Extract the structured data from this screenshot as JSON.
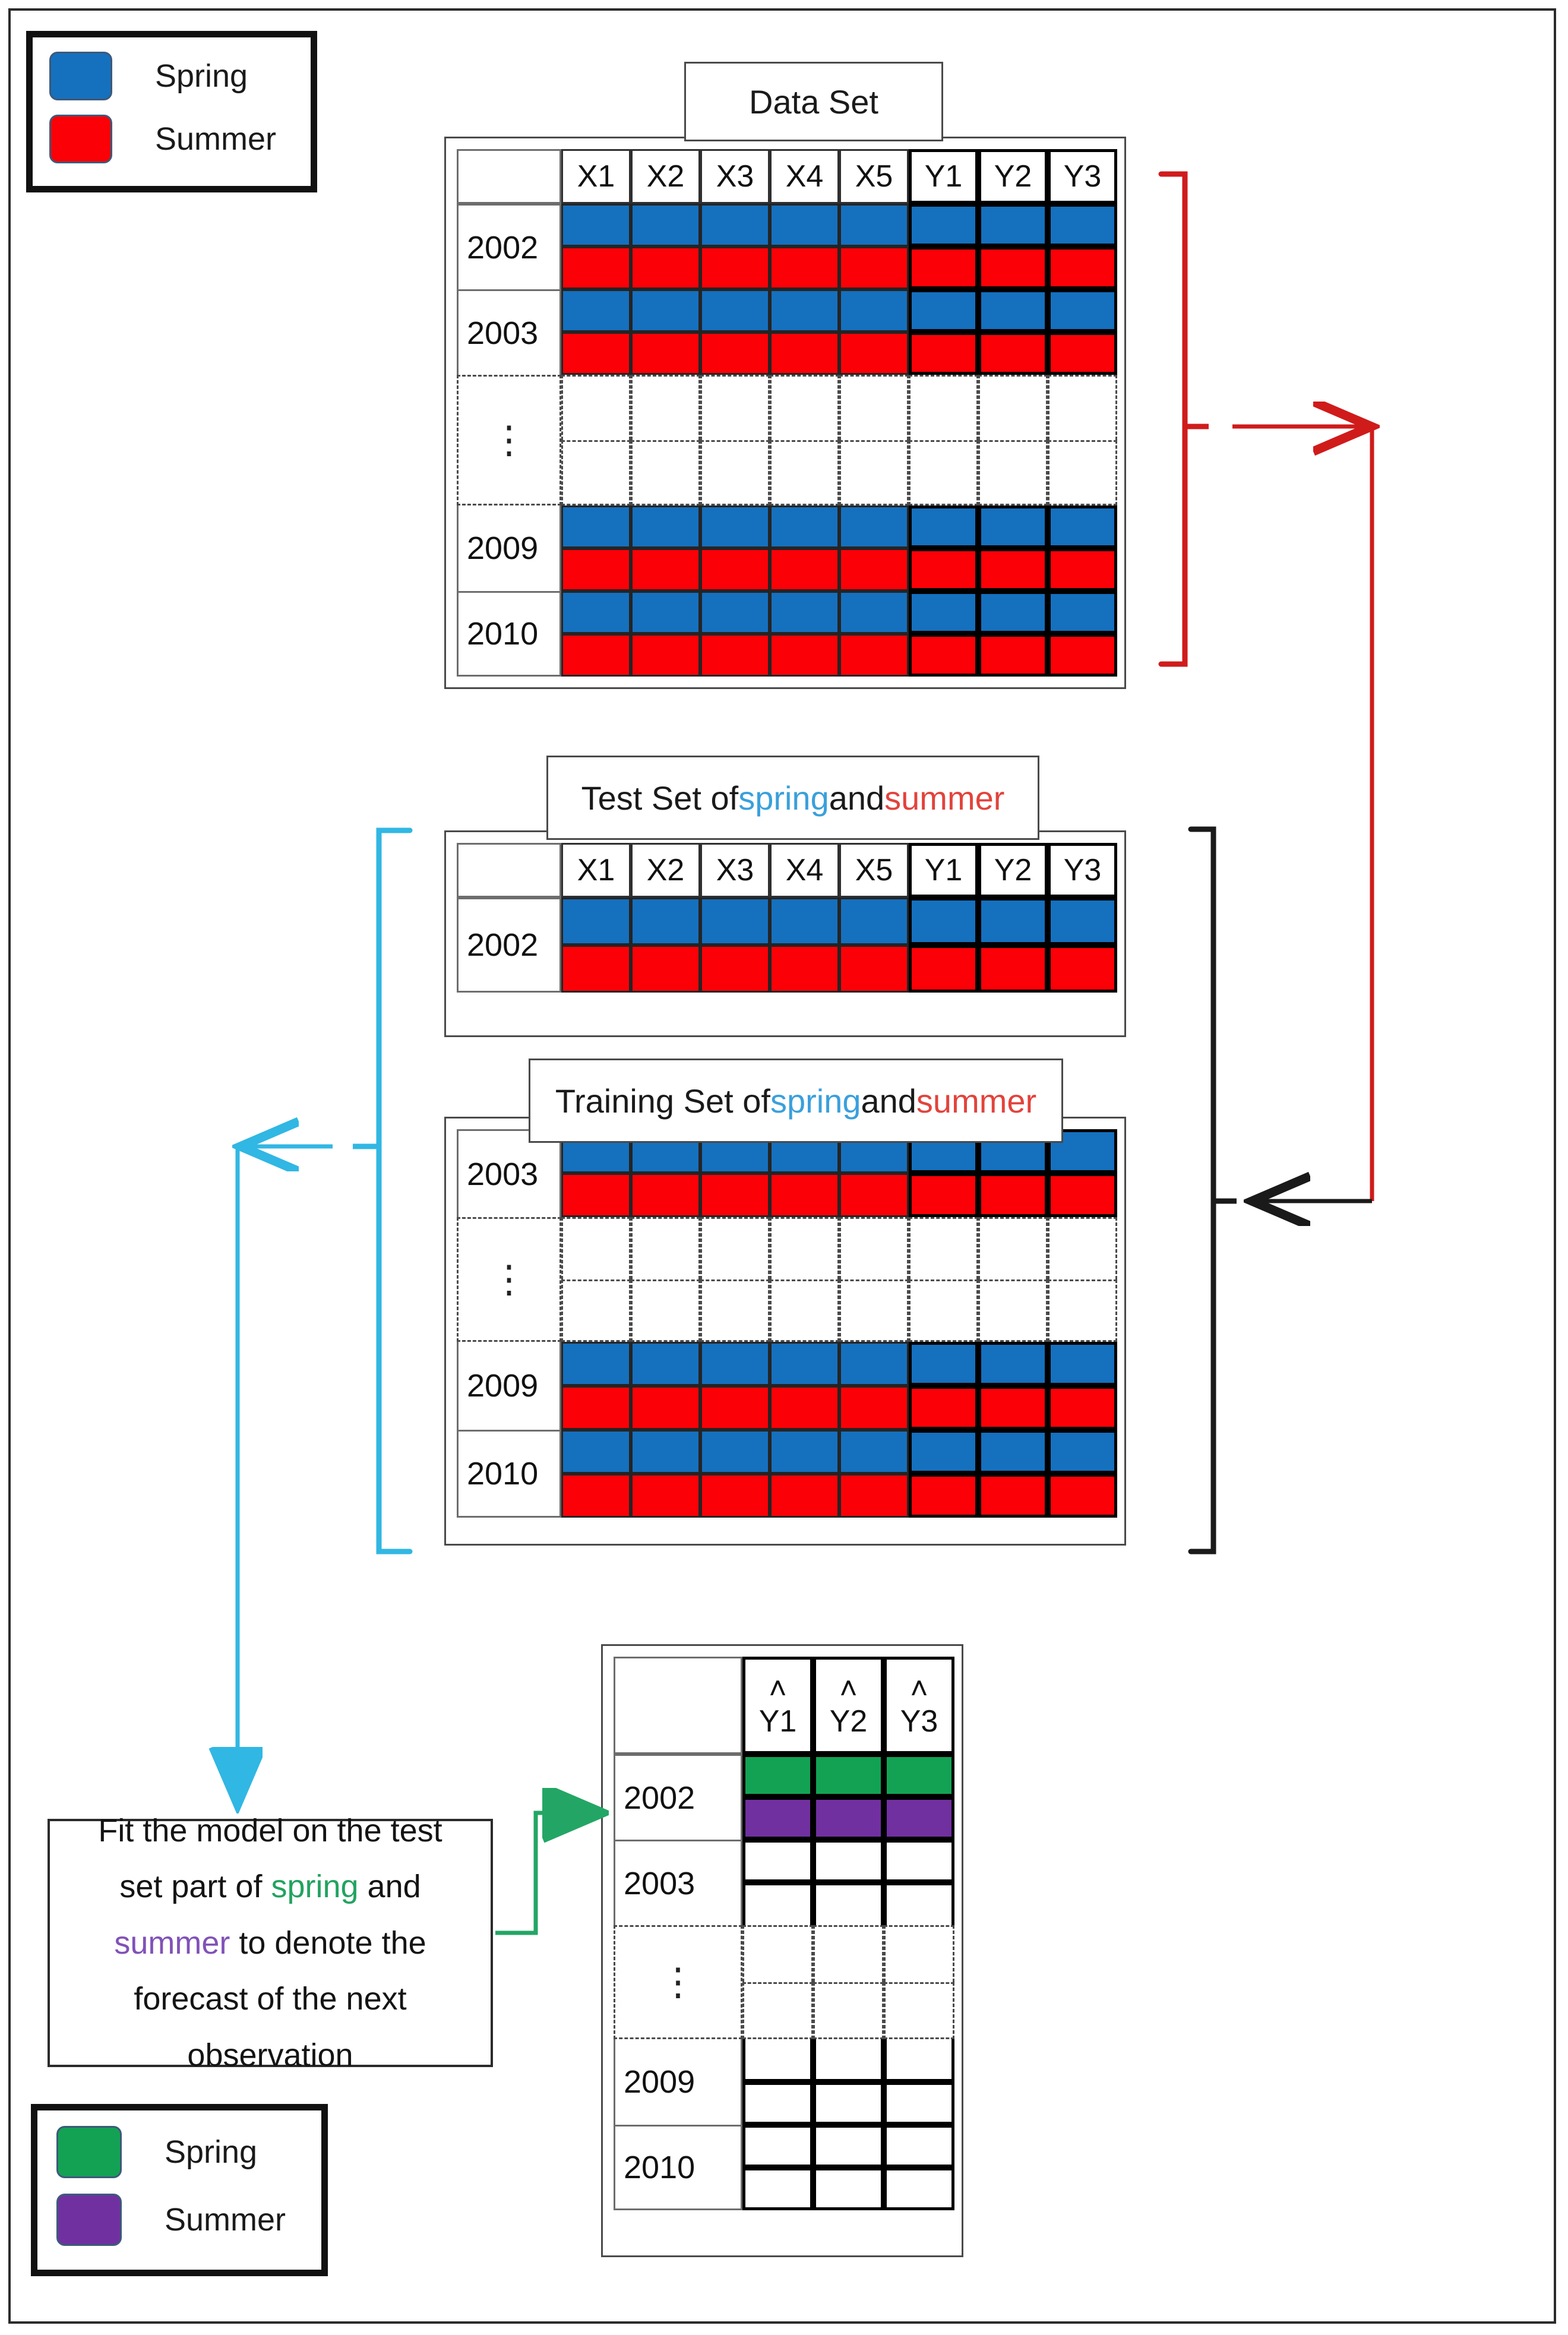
{
  "legend_top": {
    "items": [
      {
        "label": "Spring",
        "color": "#1570be",
        "icon": "color-swatch"
      },
      {
        "label": "Summer",
        "color": "#fb0007",
        "icon": "color-swatch"
      }
    ]
  },
  "legend_bottom": {
    "items": [
      {
        "label": "Spring",
        "color": "#13a254",
        "icon": "color-swatch"
      },
      {
        "label": "Summer",
        "color": "#7030a0",
        "icon": "color-swatch"
      }
    ]
  },
  "dataset": {
    "caption": "Data Set",
    "columns": [
      "X1",
      "X2",
      "X3",
      "X4",
      "X5",
      "Y1",
      "Y2",
      "Y3"
    ],
    "x_columns": [
      "X1",
      "X2",
      "X3",
      "X4",
      "X5"
    ],
    "y_columns": [
      "Y1",
      "Y2",
      "Y3"
    ],
    "row_labels": [
      "2002",
      "2003",
      "⋮",
      "2009",
      "2010"
    ],
    "ellipsis": "⋮",
    "seasons": [
      "spring",
      "summer"
    ]
  },
  "test_set": {
    "caption_prefix": "Test Set of ",
    "caption_spring": "spring",
    "caption_mid": " and ",
    "caption_summer": "summer",
    "columns": [
      "X1",
      "X2",
      "X3",
      "X4",
      "X5",
      "Y1",
      "Y2",
      "Y3"
    ],
    "row_labels": [
      "2002"
    ]
  },
  "training_set": {
    "caption_prefix": "Training Set of ",
    "caption_spring": "spring",
    "caption_mid": " and ",
    "caption_summer": "summer",
    "columns": [
      "X1",
      "X2",
      "X3",
      "X4",
      "X5",
      "Y1",
      "Y2",
      "Y3"
    ],
    "row_labels": [
      "2003",
      "⋮",
      "2009",
      "2010"
    ],
    "ellipsis": "⋮"
  },
  "forecast_table": {
    "hat_symbol": "˄",
    "columns": [
      "Y1",
      "Y2",
      "Y3"
    ],
    "row_labels": [
      "2002",
      "2003",
      "⋮",
      "2009",
      "2010"
    ],
    "ellipsis": "⋮",
    "filled_row": "2002",
    "filled_colors": {
      "spring": "#13a254",
      "summer": "#7030a0"
    }
  },
  "model_note": {
    "line1_a": "Fit the model on the test",
    "line2_a": "set part of ",
    "line2_spring": "spring",
    "line2_b": " and",
    "line3_summer": "summer",
    "line3_b": " to denote the",
    "line4": "forecast of the next",
    "line5": "observation"
  },
  "connectors": {
    "dataset_to_split": {
      "color": "#d01b1b",
      "label": "red-bracket-arrow"
    },
    "split_to_note": {
      "color": "#1a1a1a",
      "label": "black-bracket-arrow"
    },
    "split_left": {
      "color": "#31b7e3",
      "label": "cyan-bracket-arrow"
    },
    "note_to_forecast": {
      "color": "#23a665",
      "label": "green-arrow"
    }
  }
}
